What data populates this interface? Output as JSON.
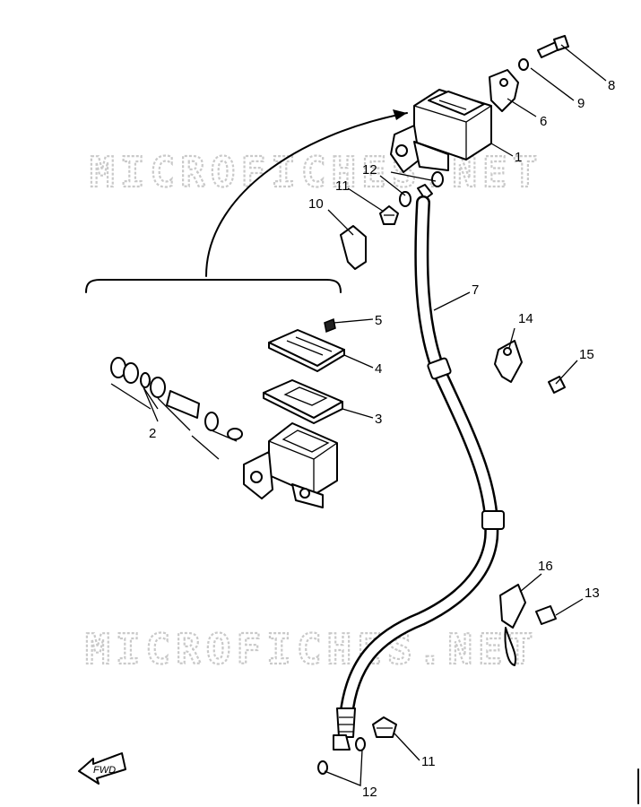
{
  "watermark": "MICROFICHES.NET",
  "fwd_label": "FWD",
  "callouts": {
    "p1": "1",
    "p2": "2",
    "p3": "3",
    "p4": "4",
    "p5": "5",
    "p6": "6",
    "p7": "7",
    "p8": "8",
    "p9": "9",
    "p10": "10",
    "p11_top": "11",
    "p11_bottom": "11",
    "p12_top": "12",
    "p12_bottom": "12",
    "p13": "13",
    "p14": "14",
    "p15": "15",
    "p16": "16"
  }
}
